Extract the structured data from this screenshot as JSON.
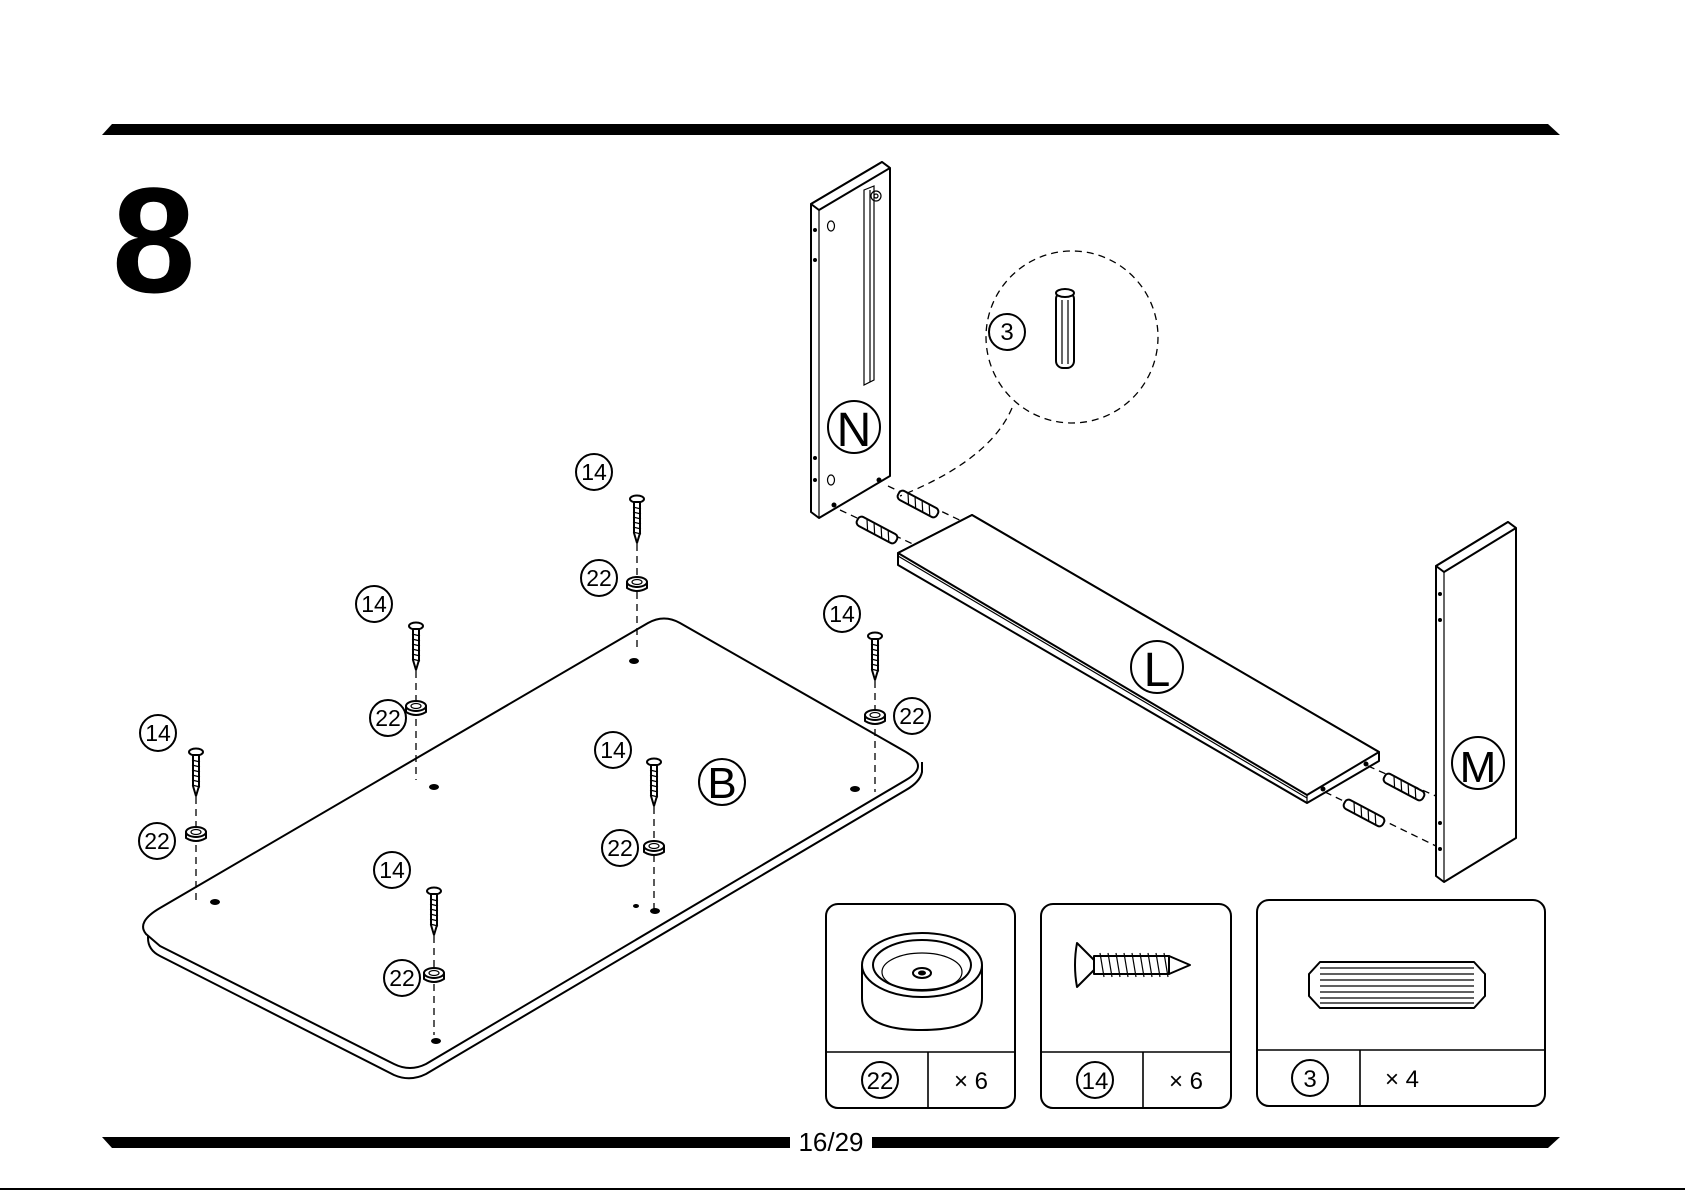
{
  "page": {
    "step_number": "8",
    "page_indicator": "16/29"
  },
  "panel_labels": {
    "base": "B",
    "side_left": "N",
    "shelf": "L",
    "side_right": "M"
  },
  "callouts": {
    "screw": "14",
    "glide": "22",
    "dowel": "3"
  },
  "parts_list": [
    {
      "part": "22",
      "qty": "× 6",
      "icon": "glide-foot-icon"
    },
    {
      "part": "14",
      "qty": "× 6",
      "icon": "screw-icon"
    },
    {
      "part": "3",
      "qty": "× 4",
      "icon": "wooden-dowel-icon"
    }
  ]
}
